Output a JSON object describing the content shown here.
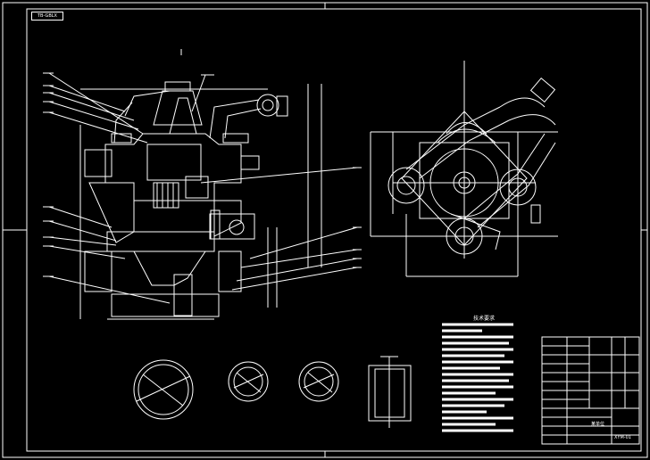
{
  "sheet": {
    "corner_tag": "TB-GBLX",
    "technical_requirements_title": "技术要求",
    "drawing_number": "XYM-01",
    "company": "某单位"
  },
  "colors": {
    "background": "#000000",
    "line": "#ffffff"
  }
}
